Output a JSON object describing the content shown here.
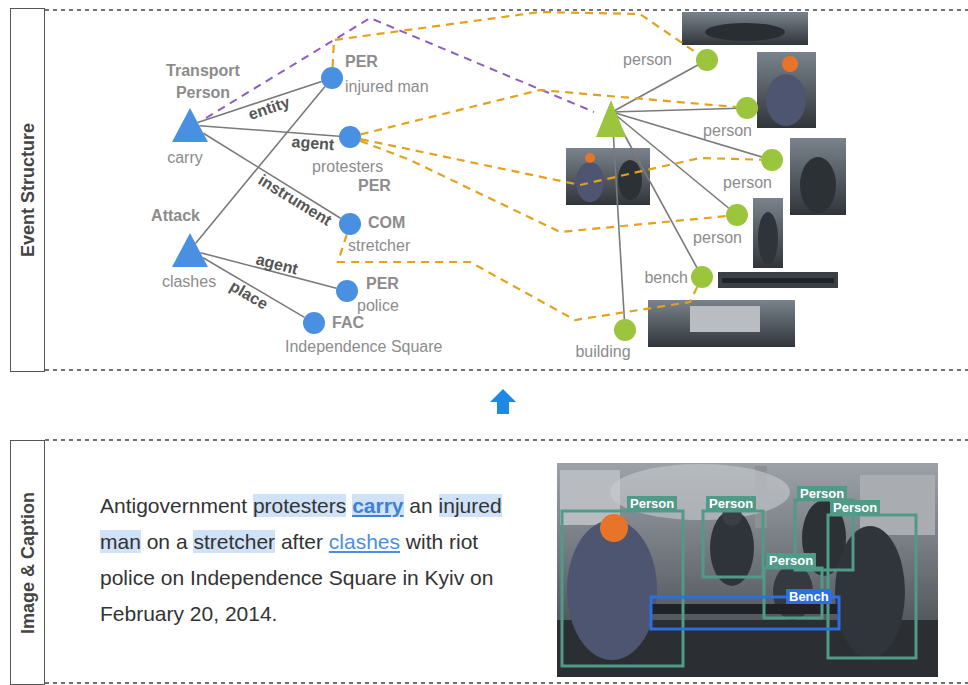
{
  "diagram": {
    "caption": "Antigovernment protesters carry an injured man on a stretcher after clashes with riot police on Independence Square in Kyiv on February 20, 2014.",
    "nodes": [
      {
        "text": [
          "Event Structure"
        ]
      },
      {
        "text": [
          "Transport Person",
          "carry"
        ]
      },
      {
        "text": [
          "PER",
          "injured man"
        ]
      },
      {
        "text": [
          "protesters",
          "PER"
        ]
      },
      {
        "text": [
          "Attack",
          "clashes"
        ]
      },
      {
        "text": [
          "COM",
          "stretcher"
        ]
      },
      {
        "text": [
          "PER",
          "police"
        ]
      },
      {
        "text": [
          "FAC",
          "Independence Square"
        ]
      },
      {
        "text": [
          "person"
        ]
      },
      {
        "text": [
          "person"
        ]
      },
      {
        "text": [
          "person"
        ]
      },
      {
        "text": [
          "person"
        ]
      },
      {
        "text": [
          "bench"
        ]
      },
      {
        "text": [
          "building"
        ]
      },
      {
        "text": [
          "Image & Caption"
        ]
      }
    ],
    "edges": [
      {
        "from": 1,
        "to": 2,
        "label": "entity",
        "arrow": "none"
      },
      {
        "from": 1,
        "to": 3,
        "label": "agent",
        "arrow": "none"
      },
      {
        "from": 1,
        "to": 5,
        "label": "instrument",
        "arrow": "none"
      },
      {
        "from": 4,
        "to": 2,
        "arrow": "none"
      },
      {
        "from": 4,
        "to": 6,
        "label": "agent",
        "arrow": "none"
      },
      {
        "from": 4,
        "to": 7,
        "label": "place",
        "arrow": "none"
      },
      {
        "from": 2,
        "to": 8,
        "arrow": "none"
      },
      {
        "from": 3,
        "to": 9,
        "arrow": "none"
      },
      {
        "from": 3,
        "to": 10,
        "arrow": "none"
      },
      {
        "from": 3,
        "to": 11,
        "arrow": "none"
      },
      {
        "from": 5,
        "to": 12,
        "arrow": "none"
      }
    ],
    "labels": [
      "Person",
      "Person",
      "Person",
      "Person",
      "Person",
      "Bench"
    ]
  }
}
